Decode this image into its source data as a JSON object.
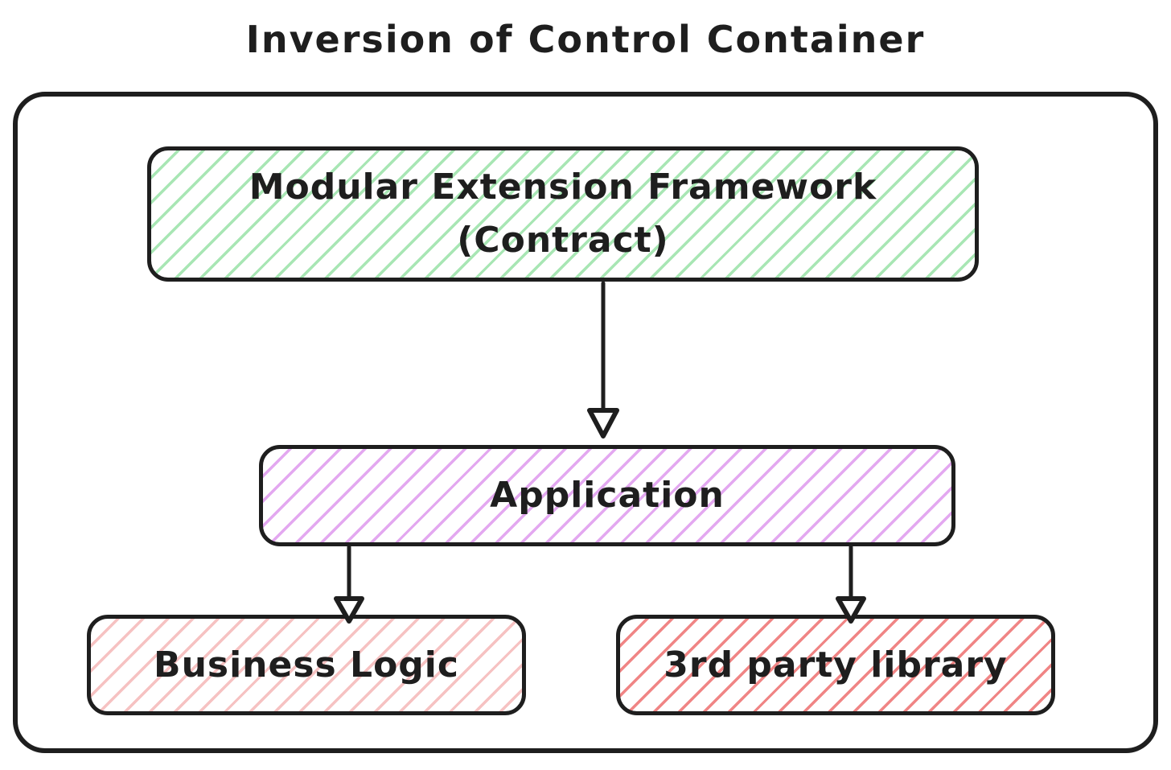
{
  "diagram": {
    "title": "Inversion of Control Container",
    "colors": {
      "stroke": "#1e1e1e",
      "background": "#ffffff",
      "framework_hatch": "#a8e6b4",
      "application_hatch": "#e3a8f0",
      "business_hatch": "#f6c2c2",
      "library_hatch": "#f08585"
    },
    "nodes": {
      "framework": {
        "line1": "Modular Extension Framework",
        "line2": "(Contract)"
      },
      "application": {
        "label": "Application"
      },
      "business": {
        "label": "Business Logic"
      },
      "library": {
        "label": "3rd party library"
      }
    },
    "edges": [
      {
        "from": "framework",
        "to": "application"
      },
      {
        "from": "application",
        "to": "business"
      },
      {
        "from": "application",
        "to": "library"
      }
    ]
  }
}
